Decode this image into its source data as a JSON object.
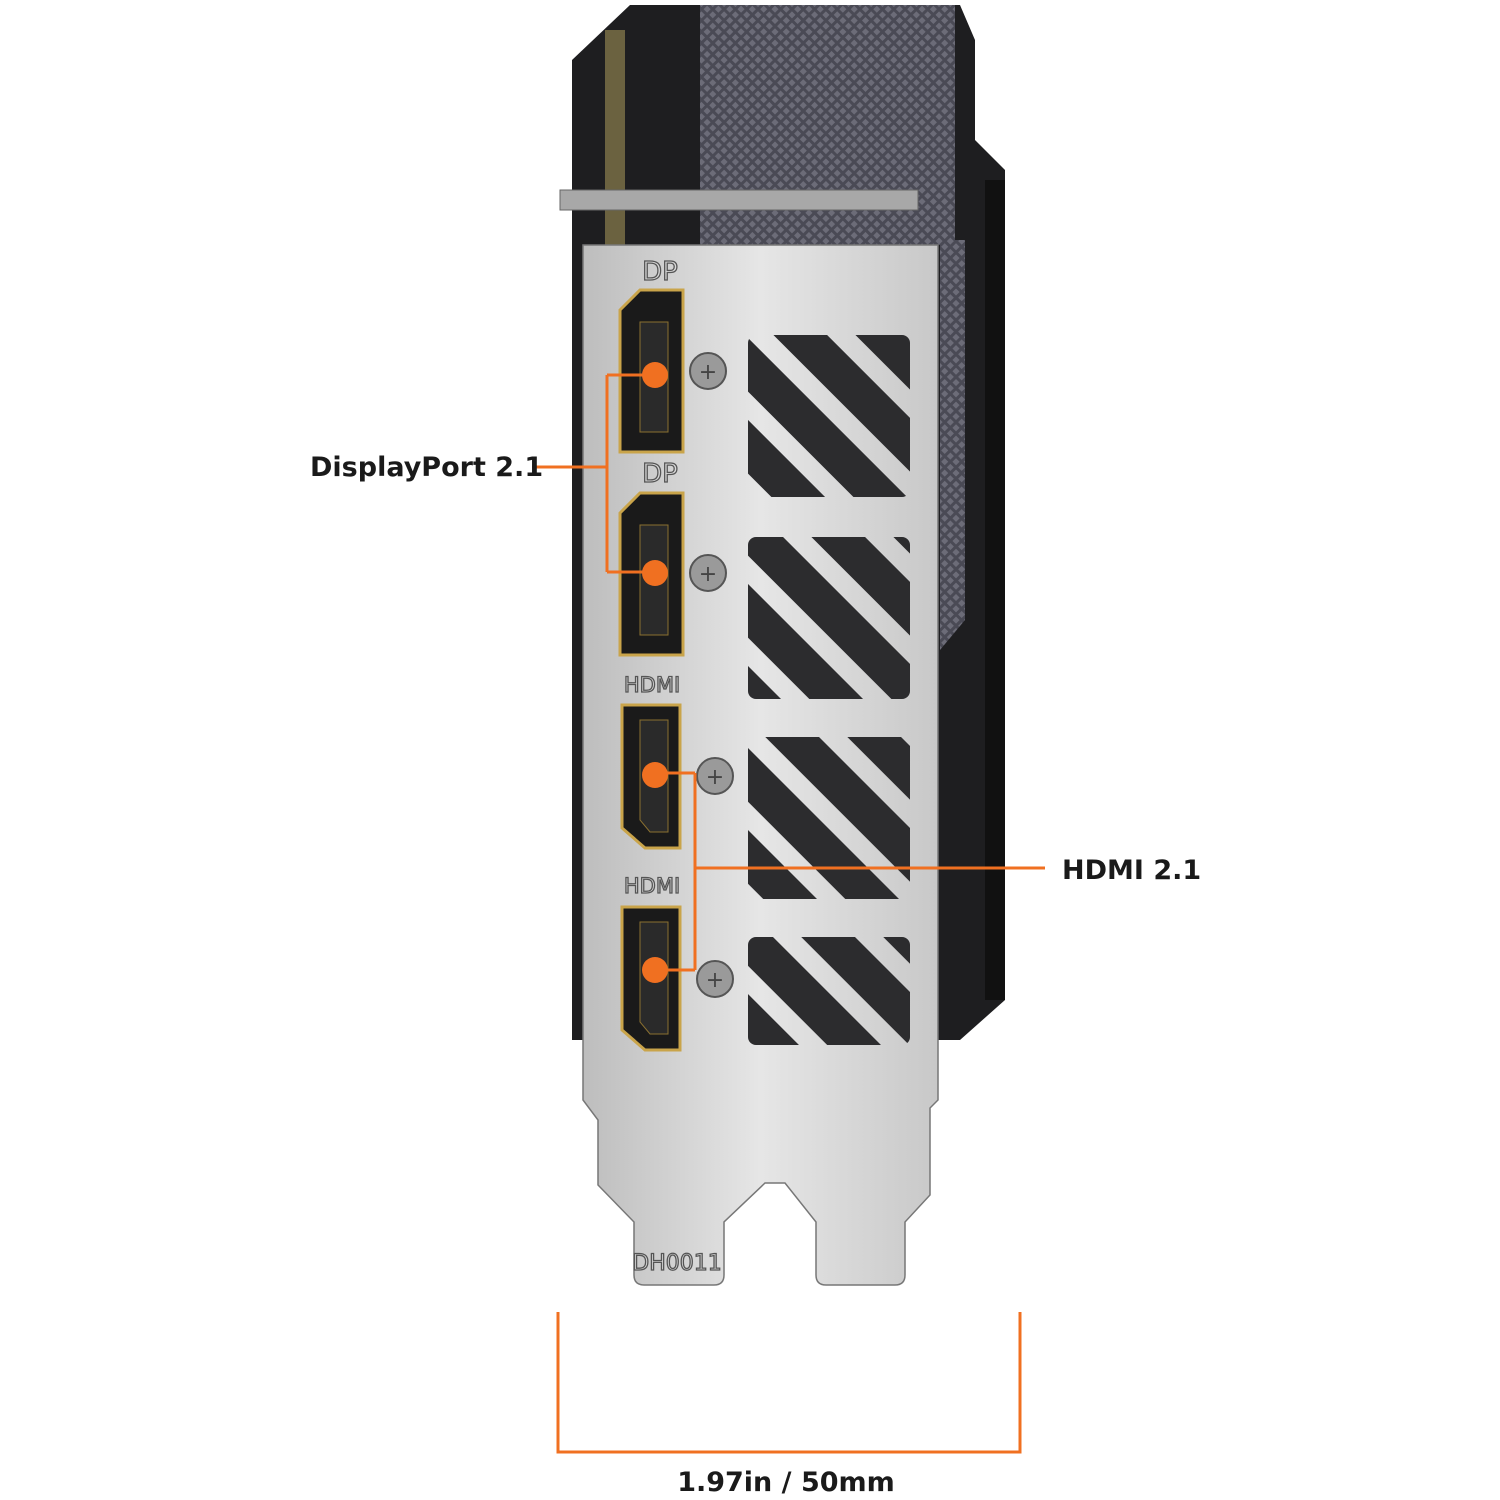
{
  "callouts": {
    "displayport": "DisplayPort 2.1",
    "hdmi": "HDMI 2.1",
    "dimension": "1.97in / 50mm"
  },
  "bracket_markings": {
    "port_1": "DP",
    "port_2": "DP",
    "port_3": "HDMI",
    "port_4": "HDMI",
    "part_code": "DH0011"
  },
  "colors": {
    "accent": "#f07021",
    "bracket": "#cfcfcf",
    "card_body": "#1e1e20",
    "connector_gold": "#c9a44a"
  }
}
